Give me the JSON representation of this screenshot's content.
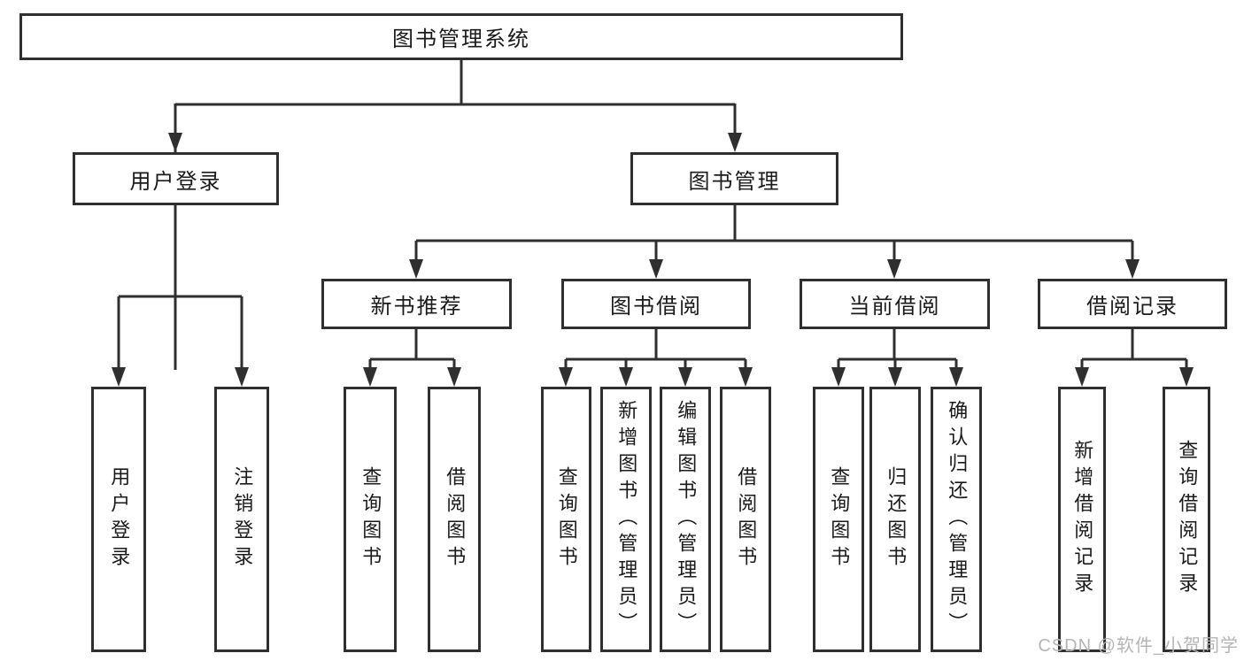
{
  "diagram": {
    "title": "图书管理系统",
    "branches": [
      {
        "label": "用户登录",
        "children": [
          {
            "label": "用户登录"
          },
          {
            "label": "注销登录"
          }
        ]
      },
      {
        "label": "图书管理",
        "children": [
          {
            "label": "新书推荐",
            "children": [
              {
                "label": "查询图书"
              },
              {
                "label": "借阅图书"
              }
            ]
          },
          {
            "label": "图书借阅",
            "children": [
              {
                "label": "查询图书"
              },
              {
                "label": "新增图书（管理员）"
              },
              {
                "label": "编辑图书（管理员）"
              },
              {
                "label": "借阅图书"
              }
            ]
          },
          {
            "label": "当前借阅",
            "children": [
              {
                "label": "查询图书"
              },
              {
                "label": "归还图书"
              },
              {
                "label": "确认归还（管理员）"
              }
            ]
          },
          {
            "label": "借阅记录",
            "children": [
              {
                "label": "新增借阅记录"
              },
              {
                "label": "查询借阅记录"
              }
            ]
          }
        ]
      }
    ]
  },
  "watermark": {
    "text": "CSDN @软件_小贺同学"
  },
  "colors": {
    "line": "#2f2f2f",
    "node_border": "#2f2f2f",
    "text": "#1a1a1a",
    "watermark": "#b5b5b5",
    "background": "#ffffff"
  }
}
